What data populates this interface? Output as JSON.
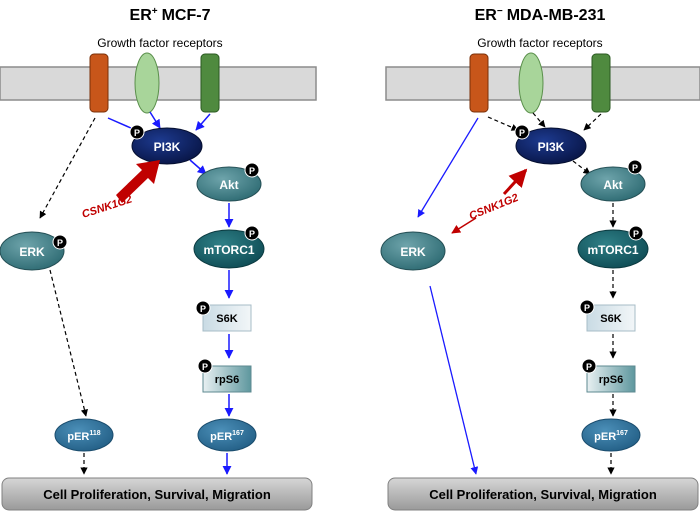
{
  "left_panel": {
    "title_prefix": "ER",
    "title_sup": "+",
    "title_cell": "MCF-7",
    "receptors_label": "Growth factor receptors",
    "nodes": {
      "pi3k": "PI3K",
      "akt": "Akt",
      "erk": "ERK",
      "mtorc1": "mTORC1",
      "s6k": "S6K",
      "rps6": "rpS6",
      "per_a_base": "pER",
      "per_a_sup": "118",
      "per_b_base": "pER",
      "per_b_sup": "167"
    },
    "kinase_label": "CSNK1G2",
    "phospho": "P",
    "outcome": "Cell Proliferation, Survival, Migration"
  },
  "right_panel": {
    "title_prefix": "ER",
    "title_sup": "−",
    "title_cell": "MDA-MB-231",
    "receptors_label": "Growth factor receptors",
    "nodes": {
      "pi3k": "PI3K",
      "akt": "Akt",
      "erk": "ERK",
      "mtorc1": "mTORC1",
      "s6k": "S6K",
      "rps6": "rpS6",
      "per_b_base": "pER",
      "per_b_sup": "167"
    },
    "kinase_label": "CSNK1G2",
    "phospho": "P",
    "outcome": "Cell Proliferation, Survival, Migration"
  },
  "colors": {
    "arrow_blue": "#1a1aff",
    "arrow_black": "#000000",
    "kinase_red": "#c00000",
    "pi3k_fill": "#0b1f5c",
    "node_teal": "#3f7c84",
    "receptor_orange": "#c8561a",
    "receptor_lightgreen": "#a8d59a",
    "receptor_green": "#4f8a3f",
    "membrane": "#d9d9d9"
  }
}
